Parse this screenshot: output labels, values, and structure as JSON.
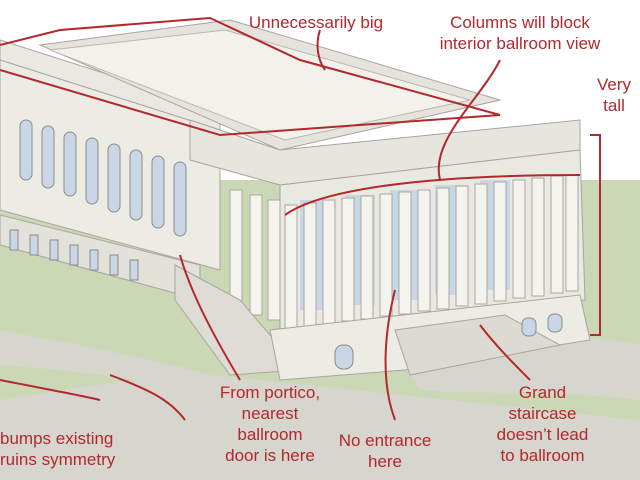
{
  "annotations": {
    "unnecessarily_big": "Unnecessarily big",
    "columns_block": "Columns will block\ninterior ballroom view",
    "very_tall": "Very\ntall",
    "from_portico": "From portico,\nnearest\nballroom\ndoor is here",
    "no_entrance": "No entrance\nhere",
    "grand_staircase": "Grand\nstaircase\ndoesn’t lead\nto ballroom",
    "bumps_existing": "bumps existing\nruins symmetry"
  },
  "colors": {
    "annotation_red": "#b3282d",
    "building_stone": "#ecebe4",
    "window_blue": "#c9d6e6",
    "lawn_green": "#c9d6b4",
    "path_gray": "#d5d4cd"
  }
}
